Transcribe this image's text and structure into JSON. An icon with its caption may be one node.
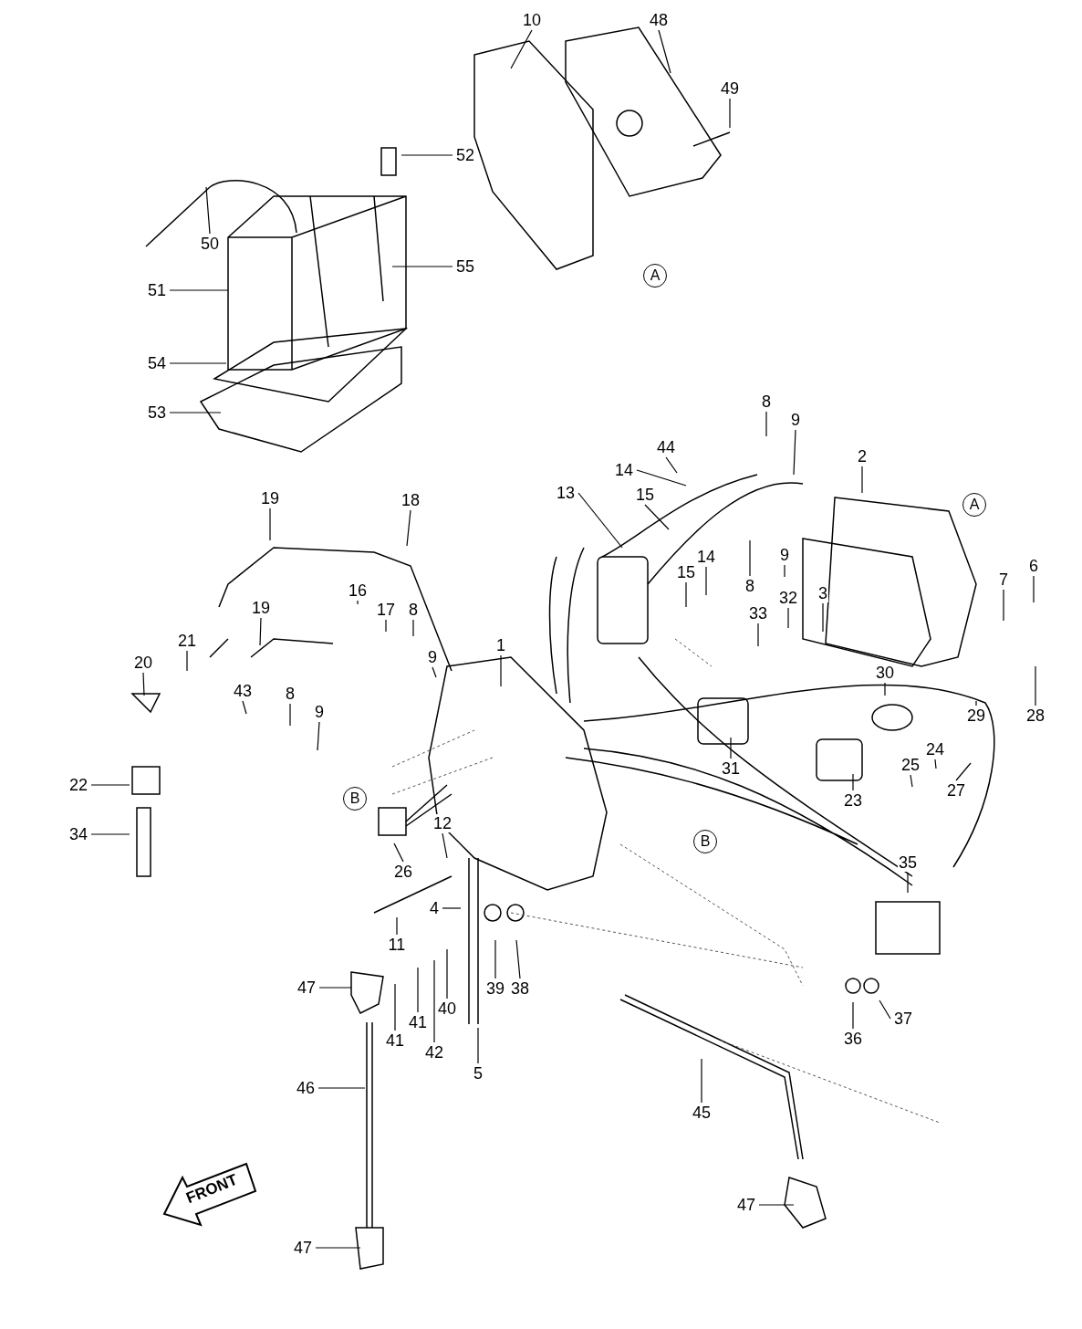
{
  "diagram": {
    "nodes": [
      {
        "text": [
          "10"
        ]
      },
      {
        "text": [
          "48"
        ]
      },
      {
        "text": [
          "49"
        ]
      },
      {
        "text": [
          "52"
        ]
      },
      {
        "text": [
          "50"
        ]
      },
      {
        "text": [
          "55"
        ]
      },
      {
        "text": [
          "51"
        ]
      },
      {
        "text": [
          "54"
        ]
      },
      {
        "text": [
          "53"
        ]
      },
      {
        "text": [
          "8"
        ]
      },
      {
        "text": [
          "9"
        ]
      },
      {
        "text": [
          "44"
        ]
      },
      {
        "text": [
          "2"
        ]
      },
      {
        "text": [
          "14"
        ]
      },
      {
        "text": [
          "13"
        ]
      },
      {
        "text": [
          "19"
        ]
      },
      {
        "text": [
          "18"
        ]
      },
      {
        "text": [
          "15"
        ]
      },
      {
        "text": [
          "9"
        ]
      },
      {
        "text": [
          "14"
        ]
      },
      {
        "text": [
          "6"
        ]
      },
      {
        "text": [
          "7"
        ]
      },
      {
        "text": [
          "15"
        ]
      },
      {
        "text": [
          "33"
        ]
      },
      {
        "text": [
          "16"
        ]
      },
      {
        "text": [
          "3"
        ]
      },
      {
        "text": [
          "32"
        ]
      },
      {
        "text": [
          "19"
        ]
      },
      {
        "text": [
          "17"
        ]
      },
      {
        "text": [
          "8"
        ]
      },
      {
        "text": [
          "8"
        ]
      },
      {
        "text": [
          "21"
        ]
      },
      {
        "text": [
          "1"
        ]
      },
      {
        "text": [
          "9"
        ]
      },
      {
        "text": [
          "20"
        ]
      },
      {
        "text": [
          "30"
        ]
      },
      {
        "text": [
          "43"
        ]
      },
      {
        "text": [
          "8"
        ]
      },
      {
        "text": [
          "9"
        ]
      },
      {
        "text": [
          "28"
        ]
      },
      {
        "text": [
          "29"
        ]
      },
      {
        "text": [
          "24"
        ]
      },
      {
        "text": [
          "25"
        ]
      },
      {
        "text": [
          "31"
        ]
      },
      {
        "text": [
          "22"
        ]
      },
      {
        "text": [
          "27"
        ]
      },
      {
        "text": [
          "23"
        ]
      },
      {
        "text": [
          "12"
        ]
      },
      {
        "text": [
          "34"
        ]
      },
      {
        "text": [
          "35"
        ]
      },
      {
        "text": [
          "26"
        ]
      },
      {
        "text": [
          "4"
        ]
      },
      {
        "text": [
          "11"
        ]
      },
      {
        "text": [
          "39"
        ]
      },
      {
        "text": [
          "38"
        ]
      },
      {
        "text": [
          "47"
        ]
      },
      {
        "text": [
          "41"
        ]
      },
      {
        "text": [
          "40"
        ]
      },
      {
        "text": [
          "41"
        ]
      },
      {
        "text": [
          "37"
        ]
      },
      {
        "text": [
          "36"
        ]
      },
      {
        "text": [
          "42"
        ]
      },
      {
        "text": [
          "5"
        ]
      },
      {
        "text": [
          "46"
        ]
      },
      {
        "text": [
          "45"
        ]
      },
      {
        "text": [
          "47"
        ]
      },
      {
        "text": [
          "47"
        ]
      }
    ],
    "edges": [
      {
        "from": 0,
        "to": null,
        "arrow": "none"
      },
      {
        "from": 1,
        "to": null,
        "arrow": "none"
      },
      {
        "from": 2,
        "to": null,
        "arrow": "none"
      },
      {
        "from": 3,
        "to": null,
        "arrow": "none"
      },
      {
        "from": 4,
        "to": null,
        "arrow": "none"
      },
      {
        "from": 5,
        "to": null,
        "arrow": "none"
      },
      {
        "from": 6,
        "to": null,
        "arrow": "none"
      },
      {
        "from": 7,
        "to": null,
        "arrow": "none"
      },
      {
        "from": 8,
        "to": null,
        "arrow": "none"
      },
      {
        "from": 9,
        "to": null,
        "arrow": "none"
      },
      {
        "from": 10,
        "to": null,
        "arrow": "none"
      },
      {
        "from": 11,
        "to": null,
        "arrow": "none"
      },
      {
        "from": 12,
        "to": null,
        "arrow": "none"
      },
      {
        "from": 13,
        "to": null,
        "arrow": "none"
      },
      {
        "from": 14,
        "to": null,
        "arrow": "none"
      },
      {
        "from": 15,
        "to": null,
        "arrow": "none"
      },
      {
        "from": 16,
        "to": null,
        "arrow": "none"
      },
      {
        "from": 17,
        "to": null,
        "arrow": "none"
      },
      {
        "from": 18,
        "to": null,
        "arrow": "none"
      },
      {
        "from": 19,
        "to": null,
        "arrow": "none"
      },
      {
        "from": 20,
        "to": null,
        "arrow": "none"
      },
      {
        "from": 21,
        "to": null,
        "arrow": "none"
      },
      {
        "from": 22,
        "to": null,
        "arrow": "none"
      },
      {
        "from": 23,
        "to": null,
        "arrow": "none"
      },
      {
        "from": 24,
        "to": null,
        "arrow": "none"
      },
      {
        "from": 25,
        "to": null,
        "arrow": "none"
      },
      {
        "from": 26,
        "to": null,
        "arrow": "none"
      },
      {
        "from": 27,
        "to": null,
        "arrow": "none"
      },
      {
        "from": 28,
        "to": null,
        "arrow": "none"
      },
      {
        "from": 29,
        "to": null,
        "arrow": "none"
      },
      {
        "from": 30,
        "to": null,
        "arrow": "none"
      },
      {
        "from": 31,
        "to": null,
        "arrow": "none"
      },
      {
        "from": 32,
        "to": null,
        "arrow": "none"
      },
      {
        "from": 33,
        "to": null,
        "arrow": "none"
      },
      {
        "from": 34,
        "to": null,
        "arrow": "none"
      },
      {
        "from": 35,
        "to": null,
        "arrow": "none"
      },
      {
        "from": 36,
        "to": null,
        "arrow": "none"
      },
      {
        "from": 37,
        "to": null,
        "arrow": "none"
      },
      {
        "from": 38,
        "to": null,
        "arrow": "none"
      },
      {
        "from": 39,
        "to": null,
        "arrow": "none"
      },
      {
        "from": 40,
        "to": null,
        "arrow": "none"
      },
      {
        "from": 41,
        "to": null,
        "arrow": "none"
      },
      {
        "from": 42,
        "to": null,
        "arrow": "none"
      },
      {
        "from": 43,
        "to": null,
        "arrow": "none"
      },
      {
        "from": 44,
        "to": null,
        "arrow": "none"
      },
      {
        "from": 45,
        "to": null,
        "arrow": "none"
      },
      {
        "from": 46,
        "to": null,
        "arrow": "none"
      },
      {
        "from": 47,
        "to": null,
        "arrow": "none"
      },
      {
        "from": 48,
        "to": null,
        "arrow": "none"
      },
      {
        "from": 49,
        "to": null,
        "arrow": "none"
      },
      {
        "from": 50,
        "to": null,
        "arrow": "none"
      },
      {
        "from": 51,
        "to": null,
        "arrow": "none"
      },
      {
        "from": 52,
        "to": null,
        "arrow": "none"
      },
      {
        "from": 53,
        "to": null,
        "arrow": "none"
      },
      {
        "from": 54,
        "to": null,
        "arrow": "none"
      },
      {
        "from": 55,
        "to": null,
        "arrow": "none"
      },
      {
        "from": 56,
        "to": null,
        "arrow": "none"
      },
      {
        "from": 57,
        "to": null,
        "arrow": "none"
      },
      {
        "from": 58,
        "to": null,
        "arrow": "none"
      },
      {
        "from": 59,
        "to": null,
        "arrow": "none"
      },
      {
        "from": 60,
        "to": null,
        "arrow": "none"
      },
      {
        "from": 61,
        "to": null,
        "arrow": "none"
      },
      {
        "from": 62,
        "to": null,
        "arrow": "none"
      },
      {
        "from": 63,
        "to": null,
        "arrow": "none"
      },
      {
        "from": 64,
        "to": null,
        "arrow": "none"
      },
      {
        "from": 65,
        "to": null,
        "arrow": "none"
      },
      {
        "from": 66,
        "to": null,
        "arrow": "none"
      }
    ],
    "labels": [
      "A",
      "A",
      "B",
      "B",
      "FRONT"
    ]
  }
}
